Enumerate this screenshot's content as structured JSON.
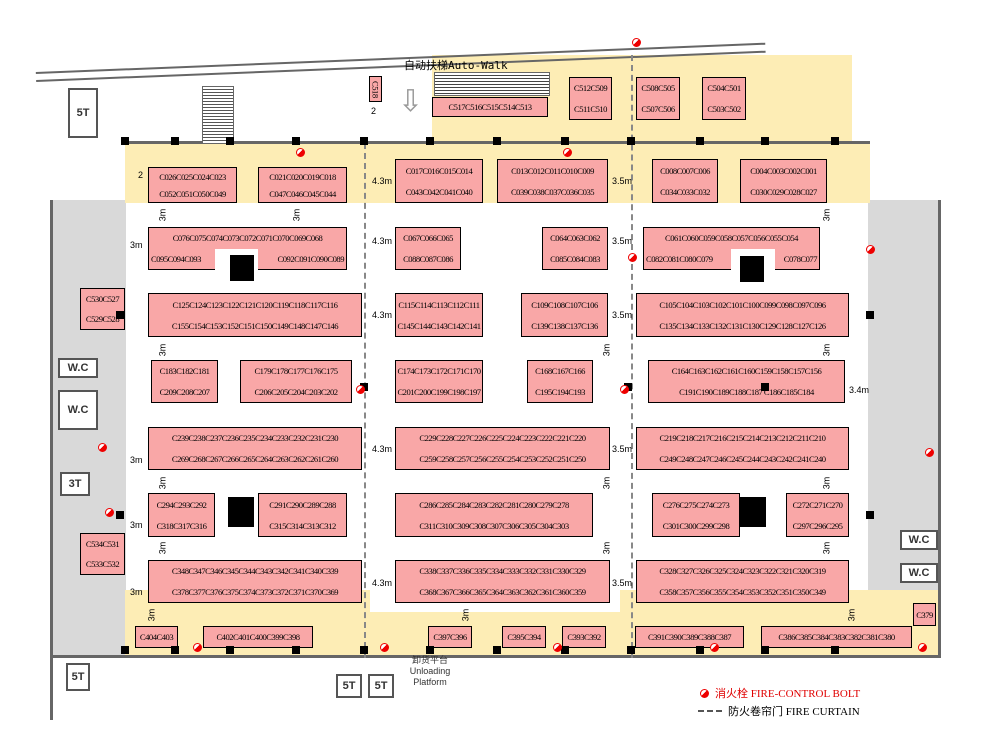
{
  "title_walk": "自动扶梯Auto-Walk",
  "blocks": [
    {
      "top": "C026C025C024C023",
      "bottom": "C052C051C050C049"
    },
    {
      "top": "C021C020C019C018",
      "bottom": "C047C046C045C044"
    },
    {
      "top": "C017C016C015C014",
      "bottom": "C043C042C041C040"
    },
    {
      "top": "C013C012C011C010C009",
      "bottom": "C039C038C037C036C035"
    },
    {
      "top": "C008C007C006",
      "bottom": "C034C033C032"
    },
    {
      "top": "C004C003C002C001",
      "bottom": "C030C029C028C027"
    },
    {
      "top": "C076C075C074C073C072C071C070C069C068",
      "bottom": "C095C094C093 C092C091C090C089"
    },
    {
      "top": "C067C066C065",
      "bottom": "C088C087C086"
    },
    {
      "top": "C064C063C062",
      "bottom": "C085C084C083"
    },
    {
      "top": "C061C060C059C058C057C056C055C054",
      "bottom": "C082C081C080C079 C078C077"
    },
    {
      "top": "C125C124C123C122C121C120C119C118C117C116",
      "bottom": "C155C154C153C152C151C150C149C148C147C146"
    },
    {
      "top": "C115C114C113C112C111",
      "bottom": "C145C144C143C142C141"
    },
    {
      "top": "C109C108C107C106",
      "bottom": "C139C138C137C136"
    },
    {
      "top": "C105C104C103C102C101C100C099C098C097C096",
      "bottom": "C135C134C133C132C131C130C129C128C127C126"
    },
    {
      "top": "C183C182C181",
      "bottom": "C209C208C207"
    },
    {
      "top": "C179C178C177C176C175",
      "bottom": "C206C205C204C203C202"
    },
    {
      "top": "C174C173C172C171C170",
      "bottom": "C201C200C199C198C197"
    },
    {
      "top": "C168C167C166",
      "bottom": "C195C194C193"
    },
    {
      "top": "C164C163C162C161C160C159C158C157C156",
      "bottom": "C191C190C189C188C187 C186C185C184"
    },
    {
      "top": "C239C238C237C236C235C234C233C232C231C230",
      "bottom": "C269C268C267C266C265C264C263C262C261C260"
    },
    {
      "top": "C229C228C227C226C225C224C223C222C221C220",
      "bottom": "C259C258C257C256C255C254C253C252C251C250"
    },
    {
      "top": "C219C218C217C216C215C214C213C212C211C210",
      "bottom": "C249C248C247C246C245C244C243C242C241C240"
    },
    {
      "top": "C294C293C292",
      "bottom": "C318C317C316"
    },
    {
      "top": "C291C290C289C288",
      "bottom": "C315C314C313C312"
    },
    {
      "top": "C286C285C284C283C282C281C280C279C278",
      "bottom": "C311C310C309C308C307C306C305C304C303"
    },
    {
      "top": "C276C275C274C273",
      "bottom": "C301C300C299C298"
    },
    {
      "top": "C272C271C270",
      "bottom": "C297C296C295"
    },
    {
      "top": "C348C347C346C345C344C343C342C341C340C339",
      "bottom": "C378C377C376C375C374C373C372C371C370C369"
    },
    {
      "top": "C338C337C336C335C334C333C332C331C330C329",
      "bottom": "C368C367C366C365C364C363C362C361C360C359"
    },
    {
      "top": "C328C327C326C325C324C323C322C321C320C319",
      "bottom": "C358C357C356C355C354C353C352C351C350C349"
    },
    {
      "top": "C404C403",
      "bottom": ""
    },
    {
      "top": "C402C401C400C399C398",
      "bottom": ""
    },
    {
      "top": "C397C396",
      "bottom": ""
    },
    {
      "top": "C395C394",
      "bottom": ""
    },
    {
      "top": "C393C392",
      "bottom": ""
    },
    {
      "top": "C391C390C389C388C387",
      "bottom": ""
    },
    {
      "top": "C386C385C384C383C382C381C380",
      "bottom": ""
    },
    {
      "top": "C379",
      "bottom": ""
    },
    {
      "top": "C517C516C515C514C513",
      "bottom": ""
    },
    {
      "top": "C512C509",
      "bottom": "C511C510"
    },
    {
      "top": "C508C505",
      "bottom": "C507C506"
    },
    {
      "top": "C504C501",
      "bottom": "C503C502"
    },
    {
      "top": "C518",
      "bottom": ""
    },
    {
      "top": "C530C527",
      "bottom": "C529C528"
    },
    {
      "top": "C534C531",
      "bottom": "C533C532"
    }
  ],
  "aisle_labels": [
    "4.3m",
    "4.3m",
    "4.3m",
    "4.3m",
    "4.3m",
    "3.5m",
    "3.5m",
    "3.5m",
    "3.5m",
    "3.5m",
    "3m",
    "3m",
    "3m",
    "3m",
    "3.4m",
    "2",
    "2"
  ],
  "aisle_vlabels": [
    "3m",
    "3m",
    "3m",
    "3m",
    "3m",
    "3m",
    "3m",
    "3m",
    "3m",
    "3m",
    "3m",
    "3m",
    "3m",
    "3m",
    "3m"
  ],
  "rooms": [
    "5T",
    "5T",
    "5T",
    "5T",
    "3T",
    "W.C",
    "W.C",
    "W.C",
    "W.C"
  ],
  "unloading": {
    "cn": "卸货平台",
    "en1": "Unloading",
    "en2": "Platform"
  },
  "legend": {
    "bolt": "消火栓 FIRE-CONTROL BOLT",
    "curtain": "防火卷帘门 FIRE CURTAIN",
    "bolt_color": "#e00000"
  }
}
